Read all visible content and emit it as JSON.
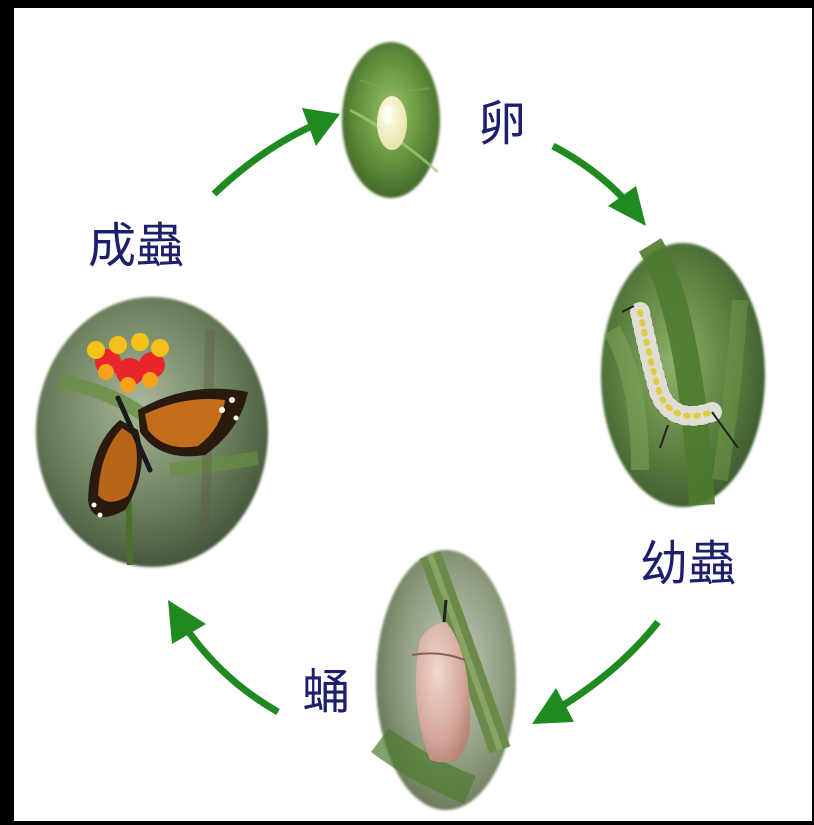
{
  "stages": {
    "egg": "卵",
    "larva": "幼蟲",
    "pupa": "蛹",
    "adult": "成蟲"
  },
  "colors": {
    "arrow": "#1f8a1f",
    "label": "#1c1f6b",
    "panel": "#ffffff",
    "frame": "#000000"
  },
  "cycle_order": [
    "egg",
    "larva",
    "pupa",
    "adult"
  ]
}
